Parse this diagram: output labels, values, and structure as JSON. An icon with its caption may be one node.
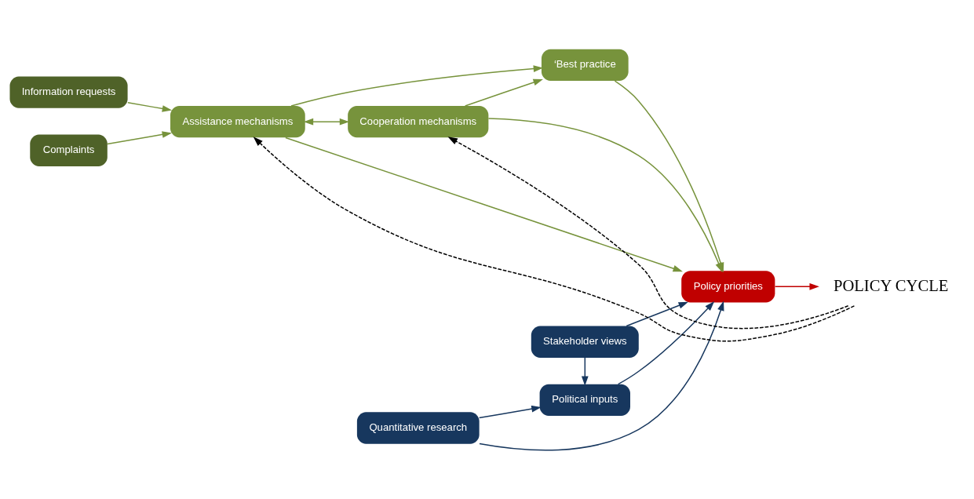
{
  "diagram": {
    "nodes": [
      {
        "text": [
          "Information requests"
        ]
      },
      {
        "text": [
          "Complaints"
        ]
      },
      {
        "text": [
          "Assistance mechanisms"
        ]
      },
      {
        "text": [
          "‘Best practice"
        ]
      },
      {
        "text": [
          "Cooperation mechanisms"
        ]
      },
      {
        "text": [
          "Stakeholder views"
        ]
      },
      {
        "text": [
          "Political inputs"
        ]
      },
      {
        "text": [
          "Policy priorities"
        ]
      },
      {
        "text": [
          "Quantitative research"
        ]
      },
      {
        "text": [
          "POLICY CYCLE"
        ]
      }
    ],
    "edges": [
      {
        "from": 0,
        "to": 2,
        "arrow": "to"
      },
      {
        "from": 1,
        "to": 2,
        "arrow": "to"
      },
      {
        "from": 2,
        "to": 3,
        "arrow": "to"
      },
      {
        "from": 2,
        "to": 7,
        "arrow": "to"
      },
      {
        "from": 2,
        "to": 4,
        "arrow": "both"
      },
      {
        "from": 3,
        "to": 7,
        "arrow": "to"
      },
      {
        "from": 4,
        "to": 3,
        "arrow": "to"
      },
      {
        "from": 4,
        "to": 7,
        "arrow": "to"
      },
      {
        "from": 5,
        "to": 6,
        "arrow": "to",
        "color": "#17375e"
      },
      {
        "from": 5,
        "to": 7,
        "arrow": "to",
        "color": "#17375e"
      },
      {
        "from": 6,
        "to": 7,
        "arrow": "to",
        "color": "#17375e"
      },
      {
        "from": 8,
        "to": 6,
        "arrow": "to",
        "color": "#17375e"
      },
      {
        "from": 8,
        "to": 7,
        "arrow": "to",
        "color": "#17375e"
      },
      {
        "from": 7,
        "to": 9,
        "arrow": "to",
        "color": "#c00000"
      },
      {
        "from": 9,
        "to": 2,
        "arrow": "to",
        "style": "dashed",
        "color": "#000000"
      },
      {
        "from": 9,
        "to": 4,
        "arrow": "to",
        "style": "dashed",
        "color": "#000000"
      }
    ]
  }
}
